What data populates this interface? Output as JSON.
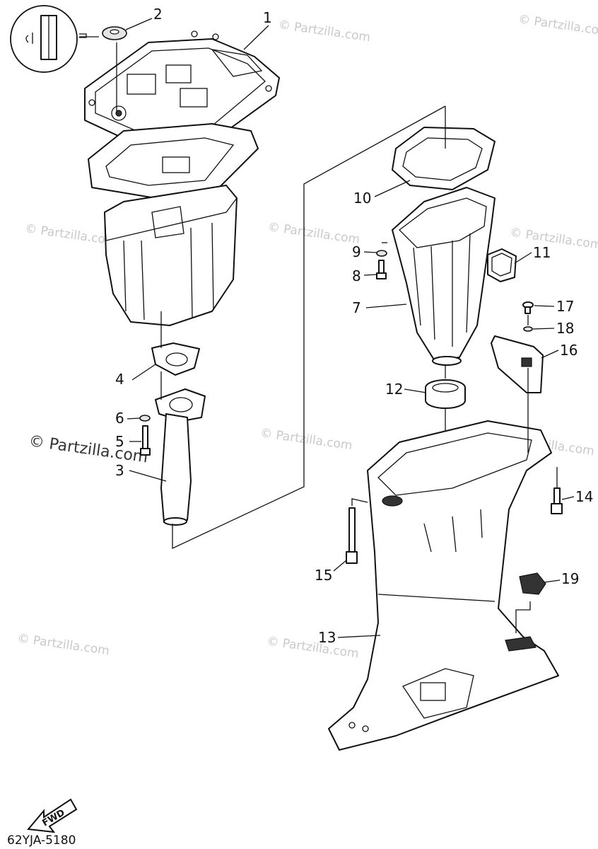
{
  "diagram": {
    "callouts": [
      "1",
      "2",
      "4",
      "6",
      "5",
      "3",
      "10",
      "9",
      "8",
      "7",
      "11",
      "17",
      "18",
      "16",
      "12",
      "14",
      "15",
      "19",
      "13"
    ],
    "fwd_label": "FWD",
    "drawing_code": "62YJA-5180",
    "watermark": "© Partzilla.com",
    "colors": {
      "line": "#111111",
      "background": "#ffffff",
      "watermark": "#c9c9c9"
    }
  }
}
